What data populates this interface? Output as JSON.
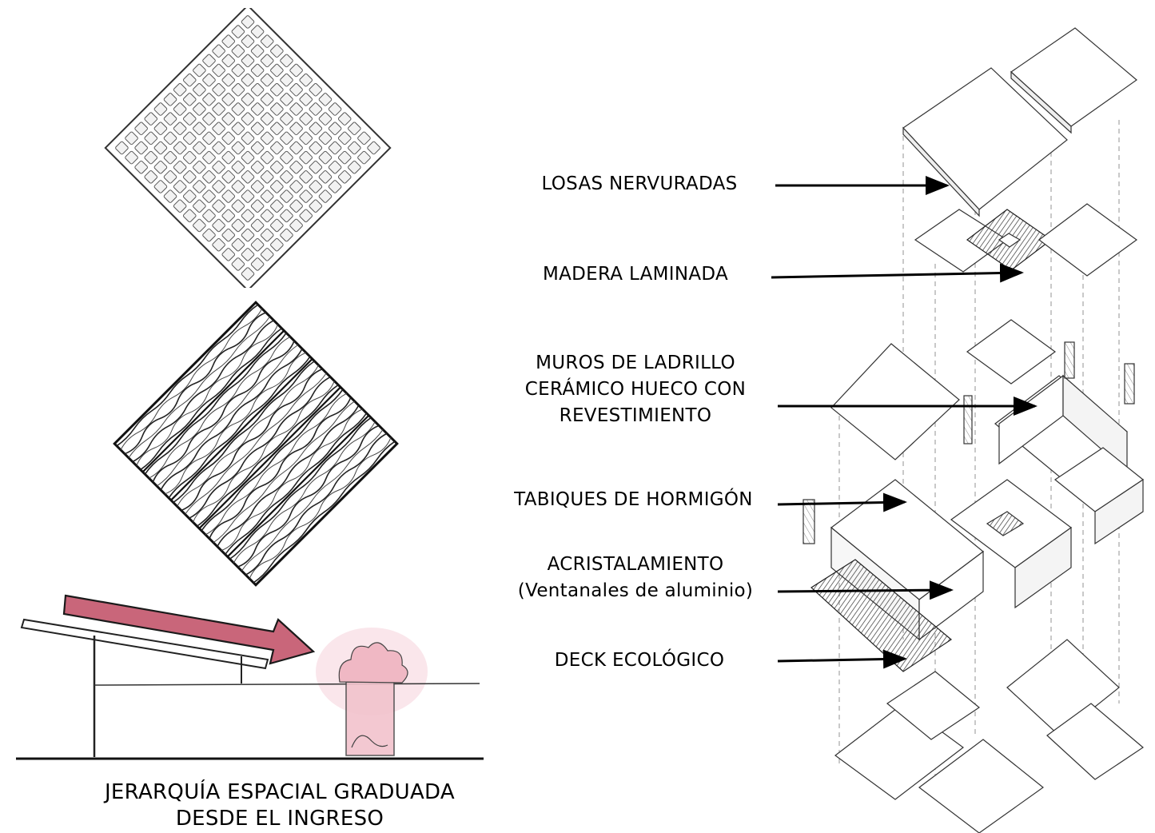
{
  "panels": {
    "slab_sketch": "losa-nervurada",
    "wood_sketch": "madera-laminada",
    "section_sketch": "corte-jerarquia"
  },
  "caption": {
    "line1": "JERARQUÍA ESPACIAL GRADUADA",
    "line2": "DESDE EL INGRESO"
  },
  "labels": [
    {
      "id": "losas",
      "lines": [
        "LOSAS NERVURADAS"
      ]
    },
    {
      "id": "madera",
      "lines": [
        "MADERA LAMINADA"
      ]
    },
    {
      "id": "muros",
      "lines": [
        "MUROS DE LADRILLO",
        "CERÁMICO HUECO CON",
        "REVESTIMIENTO"
      ]
    },
    {
      "id": "tabiques",
      "lines": [
        "TABIQUES DE HORMIGÓN"
      ]
    },
    {
      "id": "acristalamiento",
      "lines": [
        "ACRISTALAMIENTO",
        "(Ventanales de aluminio)"
      ]
    },
    {
      "id": "deck",
      "lines": [
        "DECK ECOLÓGICO"
      ]
    }
  ],
  "colors": {
    "ink": "#000000",
    "line": "#444444",
    "arrow_fill": "#c9667a",
    "pink_wash": "#f3c4cf"
  }
}
